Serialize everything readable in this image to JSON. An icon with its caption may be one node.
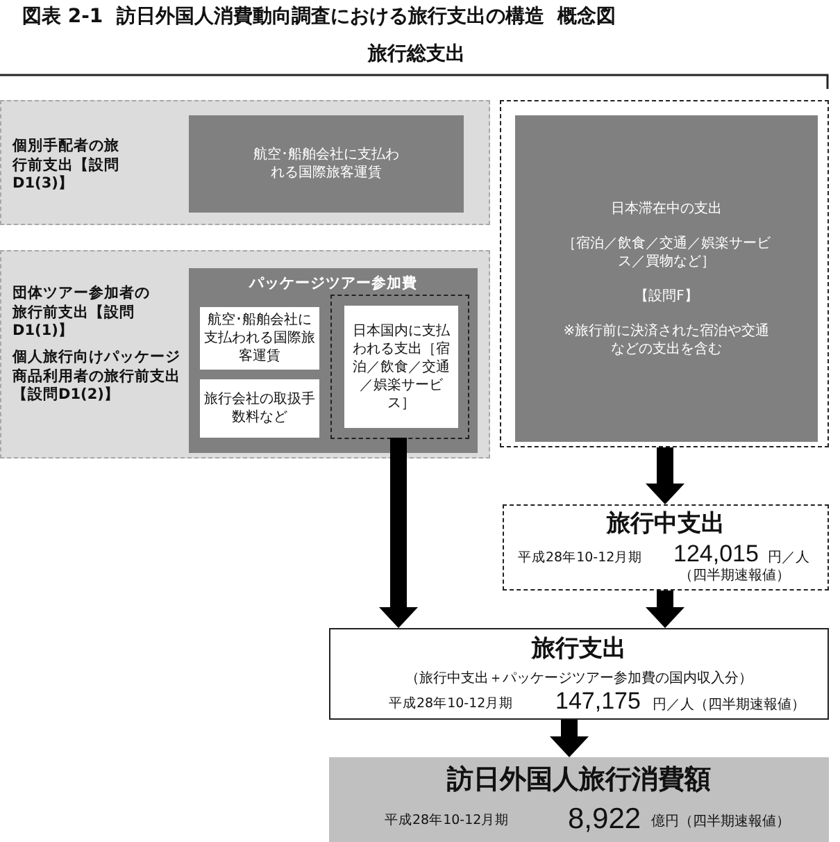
{
  "diagram": {
    "title": "図表 2-1  訪日外国人消費動向調査における旅行支出の構造  概念図",
    "nodes": [
      {
        "text": [
          "個別手配者の旅行前支出【設問D1(3)】"
        ]
      },
      {
        "text": [
          "航空･船舶会社に支払われる国際旅客運賃"
        ],
        "in": 0
      },
      {
        "text": [
          "団体ツアー参加者の旅行前支出【設問D1(1)】",
          "個人旅行向けパッケージ商品利用者の旅行前支出【設問D1(2)】"
        ]
      },
      {
        "text": [
          "パッケージツアー参加費"
        ],
        "in": 2
      },
      {
        "text": [
          "航空･船舶会社に支払われる国際旅客運賃"
        ],
        "in": 3
      },
      {
        "text": [
          "旅行会社の取扱手数料など"
        ],
        "in": 3
      },
      {
        "text": [],
        "shape": "box",
        "in": 3
      },
      {
        "text": [
          "日本国内に支払われる支出［宿泊／飲食／交通／娯楽サービス］"
        ],
        "in": 6
      },
      {
        "text": [],
        "shape": "box"
      },
      {
        "text": [
          "日本滞在中の支出",
          "［宿泊／飲食／交通／娯楽サービス／買物など］",
          "【設問F】",
          "※旅行前に決済された宿泊や交通などの支出を含む"
        ],
        "in": 8
      },
      {
        "text": [
          "旅行中支出",
          "平成28年10-12月期",
          "124,015",
          "円／人",
          "（四半期速報値）"
        ]
      },
      {
        "text": [
          "旅行支出",
          "（旅行中支出＋パッケージツアー参加費の国内収入分）",
          "平成28年10-12月期",
          "147,175",
          "円／人（四半期速報値）"
        ]
      },
      {
        "text": [
          "訪日外国人旅行消費額",
          "平成28年10-12月期",
          "8,922",
          "億円（四半期速報値）"
        ]
      }
    ],
    "edges": [
      {
        "from": 6,
        "to": 11,
        "arrow": "to"
      },
      {
        "from": 8,
        "to": 10,
        "arrow": "to"
      },
      {
        "from": 10,
        "to": 11,
        "arrow": "to"
      },
      {
        "from": 11,
        "to": 12,
        "arrow": "to"
      }
    ],
    "labels": [
      "旅行総支出"
    ]
  }
}
